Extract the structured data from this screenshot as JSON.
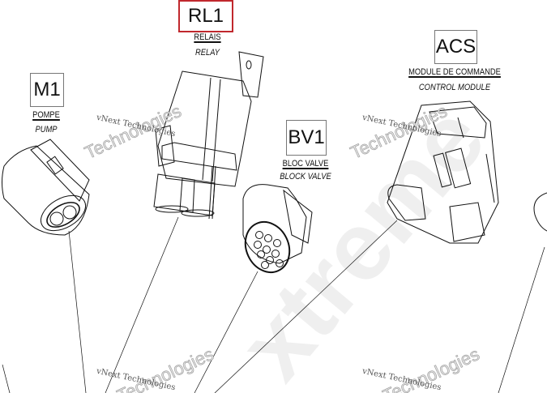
{
  "watermark": {
    "site": "www.xtreme...ru",
    "brand_line1": "vNext Technologies",
    "brand_line2": "Technologies"
  },
  "components": [
    {
      "code": "RL1",
      "fr": "RELAIS",
      "en": "RELAY",
      "highlighted": true
    },
    {
      "code": "M1",
      "fr": "POMPE",
      "en": "PUMP"
    },
    {
      "code": "BV1",
      "fr": "BLOC VALVE",
      "en": "BLOCK VALVE"
    },
    {
      "code": "ACS",
      "fr": "MODULE DE COMMANDE",
      "en": "CONTROL MODULE"
    }
  ],
  "colors": {
    "highlight": "#c0282d",
    "line": "#111111"
  }
}
